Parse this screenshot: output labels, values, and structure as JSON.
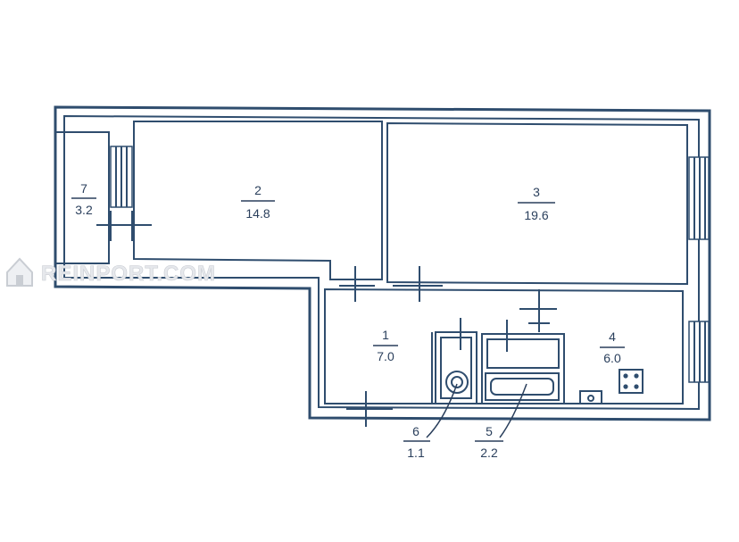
{
  "watermark": {
    "text": "REINPORT.COM",
    "icon": "house-icon"
  },
  "rooms": [
    {
      "id": "r1",
      "number": "1",
      "area": "7.0"
    },
    {
      "id": "r2",
      "number": "2",
      "area": "14.8"
    },
    {
      "id": "r3",
      "number": "3",
      "area": "19.6"
    },
    {
      "id": "r4",
      "number": "4",
      "area": "6.0"
    },
    {
      "id": "r5",
      "number": "5",
      "area": "2.2"
    },
    {
      "id": "r6",
      "number": "6",
      "area": "1.1"
    },
    {
      "id": "r7",
      "number": "7",
      "area": "3.2"
    }
  ],
  "colors": {
    "line": "#2f4d6e",
    "text": "#2a3f5c",
    "watermark": "#c9cdd3"
  }
}
